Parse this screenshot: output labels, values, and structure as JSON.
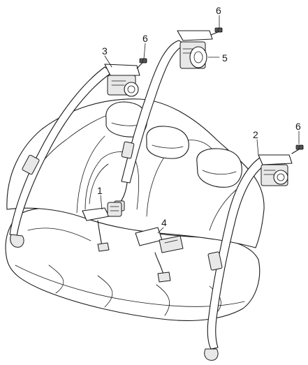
{
  "diagram": {
    "callouts": {
      "c1": "1",
      "c2": "2",
      "c3": "3",
      "c4": "4",
      "c5": "5",
      "c6a": "6",
      "c6b": "6",
      "c6c": "6"
    }
  }
}
